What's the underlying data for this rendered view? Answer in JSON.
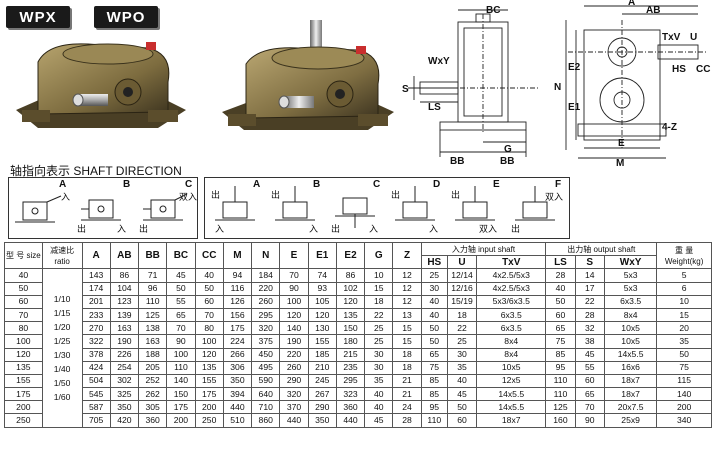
{
  "badges": [
    "WPX",
    "WPO"
  ],
  "diagram_side": {
    "labels": [
      "BC",
      "WxY",
      "S",
      "LS",
      "BB",
      "G",
      "BB"
    ]
  },
  "diagram_top": {
    "labels": [
      "A",
      "AB",
      "TxV",
      "U",
      "HS",
      "CC",
      "E2",
      "N",
      "E1",
      "4-Z",
      "E",
      "M"
    ]
  },
  "shaft_direction": {
    "title": "轴指向表示  SHAFT DIRECTION",
    "left_group": [
      {
        "letter": "A",
        "labels": [
          "入"
        ]
      },
      {
        "letter": "B",
        "labels": [
          "出",
          "入"
        ]
      },
      {
        "letter": "C",
        "labels": [
          "双入",
          "出"
        ]
      }
    ],
    "right_group": [
      {
        "letter": "A",
        "labels": [
          "出",
          "入"
        ]
      },
      {
        "letter": "B",
        "labels": [
          "出",
          "入"
        ]
      },
      {
        "letter": "C",
        "labels": [
          "出",
          "入"
        ]
      },
      {
        "letter": "D",
        "labels": [
          "出",
          "入"
        ]
      },
      {
        "letter": "E",
        "labels": [
          "出",
          "双入"
        ]
      },
      {
        "letter": "F",
        "labels": [
          "双入",
          "出"
        ]
      }
    ]
  },
  "table": {
    "header_top": {
      "size": "型 号 size",
      "ratio": "减速比 ratio",
      "input_shaft": "入力轴 input shaft",
      "output_shaft": "出力轴 output shaft",
      "weight": "重 量 Weight(kg)"
    },
    "dims": [
      "A",
      "AB",
      "BB",
      "BC",
      "CC",
      "M",
      "N",
      "E",
      "E1",
      "E2",
      "G",
      "Z"
    ],
    "input_cols": [
      "HS",
      "U",
      "TxV"
    ],
    "output_cols": [
      "LS",
      "S",
      "WxY"
    ],
    "ratios": [
      "1/10",
      "1/15",
      "1/20",
      "1/25",
      "1/30",
      "1/40",
      "1/50",
      "1/60"
    ],
    "rows": [
      [
        "40",
        "143",
        "86",
        "71",
        "45",
        "40",
        "94",
        "184",
        "70",
        "74",
        "86",
        "10",
        "12",
        "25",
        "12/14",
        "4x2.5/5x3",
        "28",
        "14",
        "5x3",
        "5"
      ],
      [
        "50",
        "174",
        "104",
        "96",
        "50",
        "50",
        "116",
        "220",
        "90",
        "93",
        "102",
        "15",
        "12",
        "30",
        "12/16",
        "4x2.5/5x3",
        "40",
        "17",
        "5x3",
        "6"
      ],
      [
        "60",
        "201",
        "123",
        "110",
        "55",
        "60",
        "126",
        "260",
        "100",
        "105",
        "120",
        "18",
        "12",
        "40",
        "15/19",
        "5x3/6x3.5",
        "50",
        "22",
        "6x3.5",
        "10"
      ],
      [
        "70",
        "233",
        "139",
        "125",
        "65",
        "70",
        "156",
        "295",
        "120",
        "120",
        "135",
        "22",
        "13",
        "40",
        "18",
        "6x3.5",
        "60",
        "28",
        "8x4",
        "15"
      ],
      [
        "80",
        "270",
        "163",
        "138",
        "70",
        "80",
        "175",
        "320",
        "140",
        "130",
        "150",
        "25",
        "15",
        "50",
        "22",
        "6x3.5",
        "65",
        "32",
        "10x5",
        "20"
      ],
      [
        "100",
        "322",
        "190",
        "163",
        "90",
        "100",
        "224",
        "375",
        "190",
        "155",
        "180",
        "25",
        "15",
        "50",
        "25",
        "8x4",
        "75",
        "38",
        "10x5",
        "35"
      ],
      [
        "120",
        "378",
        "226",
        "188",
        "100",
        "120",
        "266",
        "450",
        "220",
        "185",
        "215",
        "30",
        "18",
        "65",
        "30",
        "8x4",
        "85",
        "45",
        "14x5.5",
        "50"
      ],
      [
        "135",
        "424",
        "254",
        "205",
        "110",
        "135",
        "306",
        "495",
        "260",
        "210",
        "235",
        "30",
        "18",
        "75",
        "35",
        "10x5",
        "95",
        "55",
        "16x6",
        "75"
      ],
      [
        "155",
        "504",
        "302",
        "252",
        "140",
        "155",
        "350",
        "590",
        "290",
        "245",
        "295",
        "35",
        "21",
        "85",
        "40",
        "12x5",
        "110",
        "60",
        "18x7",
        "115"
      ],
      [
        "175",
        "545",
        "325",
        "262",
        "150",
        "175",
        "394",
        "640",
        "320",
        "267",
        "323",
        "40",
        "21",
        "85",
        "45",
        "14x5.5",
        "110",
        "65",
        "18x7",
        "140"
      ],
      [
        "200",
        "587",
        "350",
        "305",
        "175",
        "200",
        "440",
        "710",
        "370",
        "290",
        "360",
        "40",
        "24",
        "95",
        "50",
        "14x5.5",
        "125",
        "70",
        "20x7.5",
        "200"
      ],
      [
        "250",
        "705",
        "420",
        "360",
        "200",
        "250",
        "510",
        "860",
        "440",
        "350",
        "440",
        "45",
        "28",
        "110",
        "60",
        "18x7",
        "160",
        "90",
        "25x9",
        "340"
      ]
    ]
  }
}
